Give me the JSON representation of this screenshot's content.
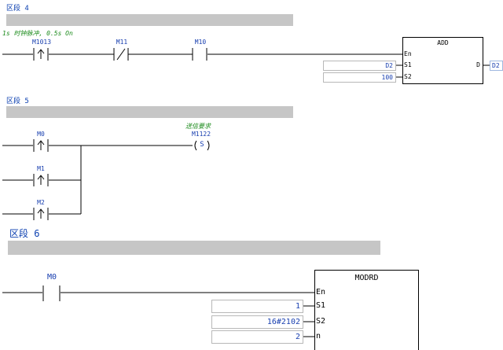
{
  "rung4": {
    "label": "区段 4",
    "comment": "1s 时钟脉冲, 0.5s On",
    "contacts": [
      "M1013",
      "M11",
      "M10"
    ],
    "block": {
      "name": "ADD",
      "pins": [
        "En",
        "S1",
        "S2",
        "D"
      ],
      "s1": "D2",
      "s2": "100",
      "d": "D2"
    }
  },
  "rung5": {
    "label": "区段 5",
    "coil_comment": "送信要求",
    "contacts": [
      "M0",
      "M1",
      "M2"
    ],
    "coil": {
      "device": "M1122",
      "symbol": "S"
    }
  },
  "rung6": {
    "label": "区段 6",
    "contact": "M0",
    "block": {
      "name": "MODRD",
      "pins": [
        "En",
        "S1",
        "S2",
        "n"
      ],
      "s1": "1",
      "s2": "16#2102",
      "n": "2"
    }
  },
  "colors": {
    "wire": "#000000",
    "device": "#1a40b0",
    "comment": "#1a8a1a",
    "comment_bar": "#c6c6c6"
  }
}
